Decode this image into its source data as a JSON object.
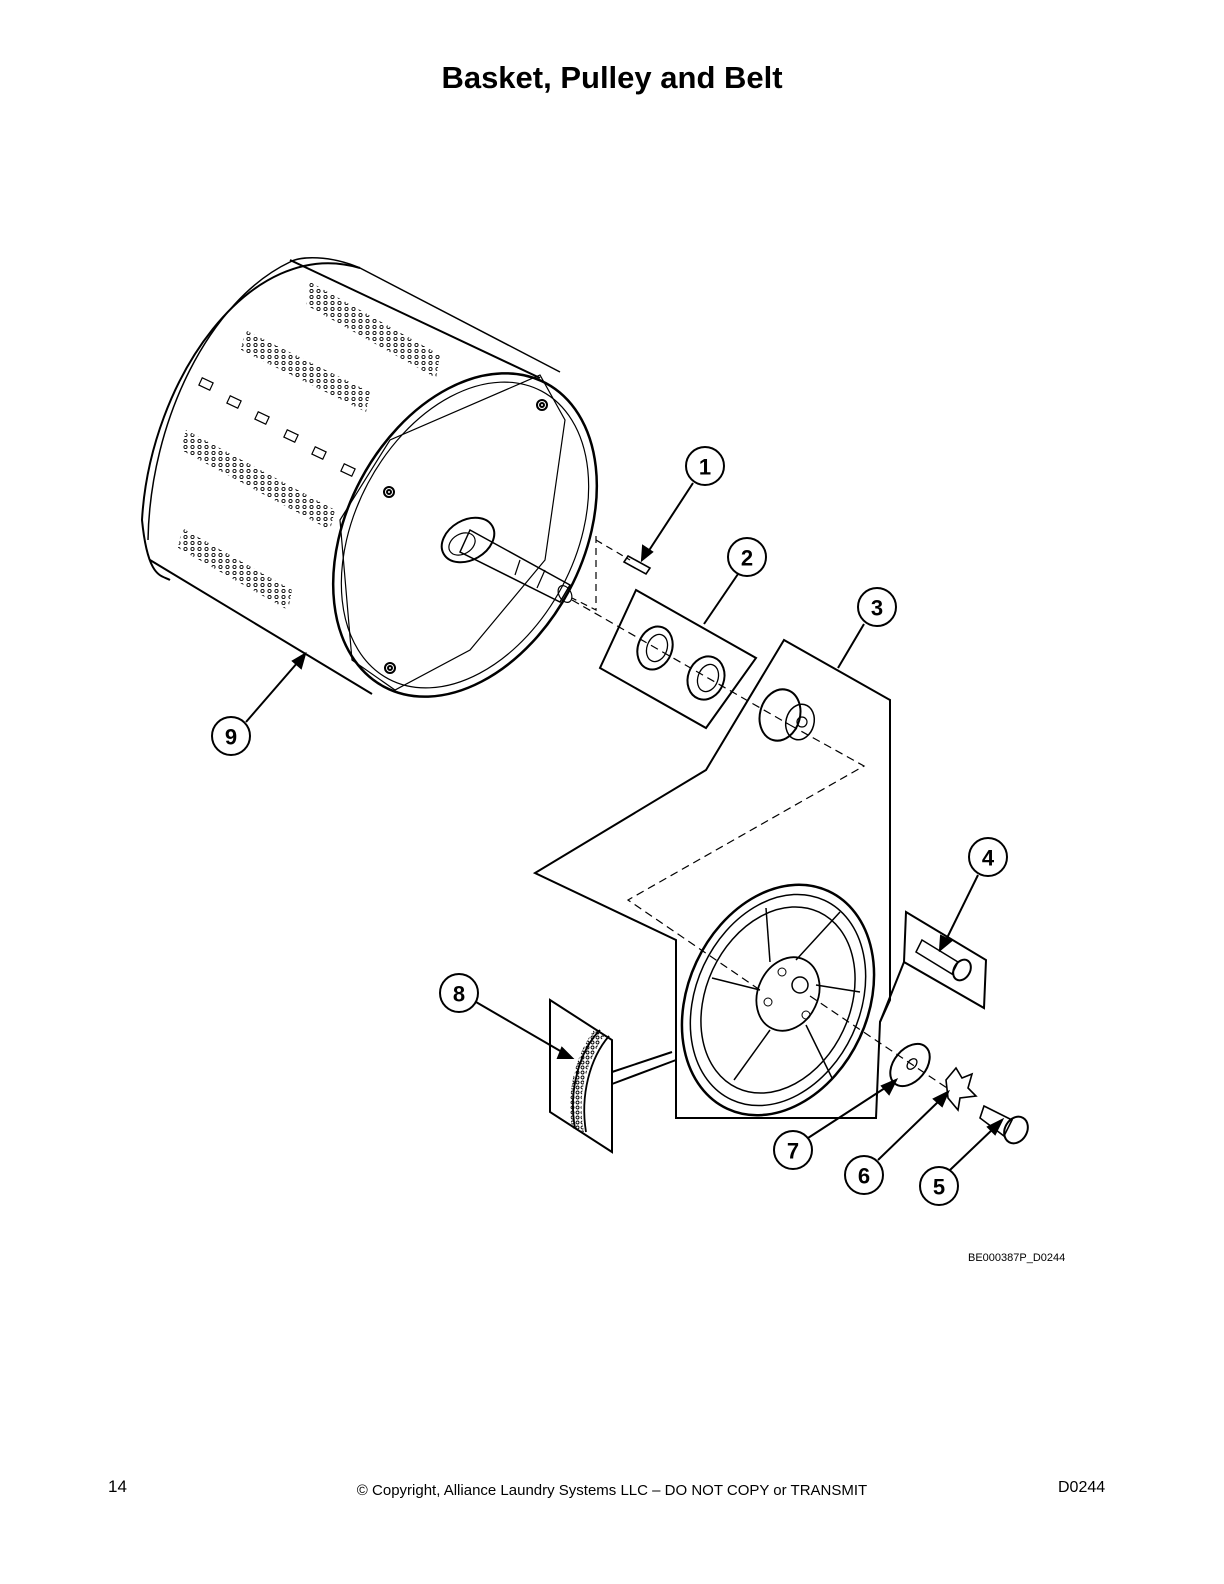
{
  "page": {
    "title": "Basket, Pulley and Belt",
    "figure_code": "BE000387P_D0244",
    "page_number": "14",
    "copyright": "© Copyright, Alliance Laundry Systems LLC – DO NOT COPY or TRANSMIT",
    "doc_id": "D0244"
  },
  "callouts": {
    "c1": "1",
    "c2": "2",
    "c3": "3",
    "c4": "4",
    "c5": "5",
    "c6": "6",
    "c7": "7",
    "c8": "8",
    "c9": "9"
  }
}
